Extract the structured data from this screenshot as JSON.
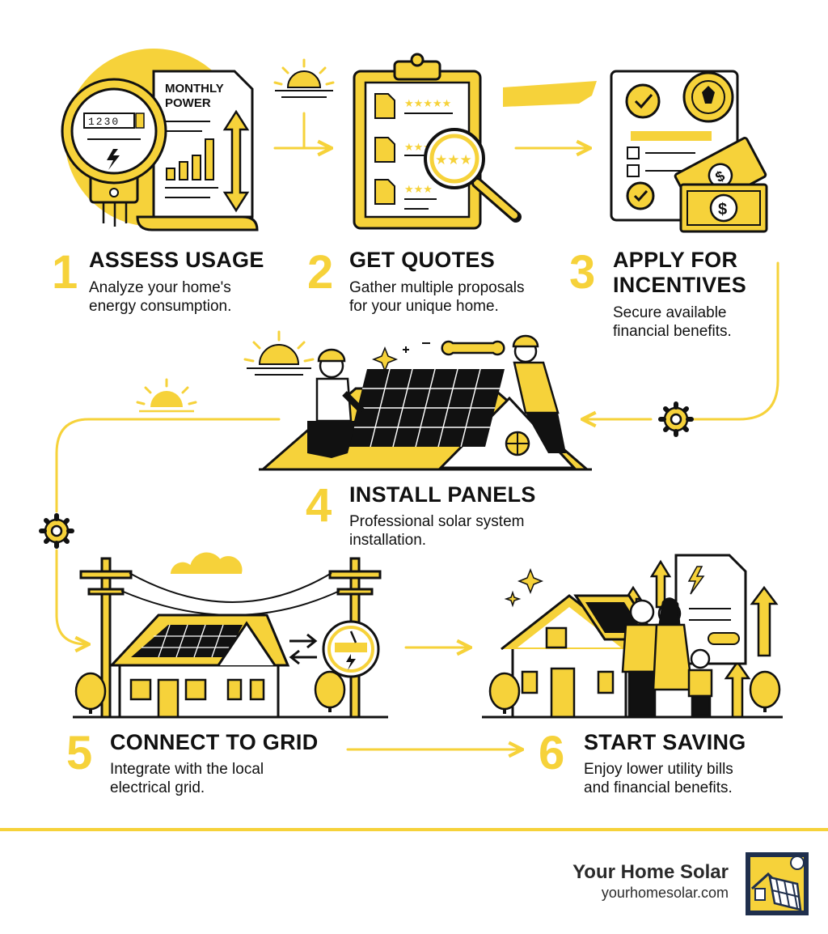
{
  "colors": {
    "accent": "#f6d23a",
    "ink": "#111111",
    "navy": "#1f2f4d"
  },
  "steps": [
    {
      "number": "1",
      "title": "ASSESS USAGE",
      "desc": [
        "Analyze your home's",
        "energy consumption."
      ]
    },
    {
      "number": "2",
      "title": "GET QUOTES",
      "desc": [
        "Gather multiple proposals",
        "for your unique home."
      ]
    },
    {
      "number": "3",
      "title": [
        "APPLY FOR",
        "INCENTIVES"
      ],
      "desc": [
        "Secure available",
        "financial benefits."
      ]
    },
    {
      "number": "4",
      "title": "INSTALL PANELS",
      "desc": [
        "Professional solar system",
        "installation."
      ]
    },
    {
      "number": "5",
      "title": "CONNECT TO GRID",
      "desc": [
        "Integrate with the local",
        "electrical grid."
      ]
    },
    {
      "number": "6",
      "title": "START SAVING",
      "desc": [
        "Enjoy lower utility bills",
        "and financial benefits."
      ]
    }
  ],
  "illustrations": {
    "bill_text": [
      "MONTHLY",
      "POWER"
    ],
    "meter_digits": "1230"
  },
  "icons": [
    "sun-icon",
    "gear-icon",
    "arrow-icon",
    "magnifier-icon",
    "dollar-icon",
    "seal-icon",
    "wrench-icon",
    "sparkle-icon",
    "cloud-icon",
    "tree-icon",
    "logo-icon"
  ],
  "brand": {
    "name": "Your Home Solar",
    "url": "yourhomesolar.com"
  }
}
